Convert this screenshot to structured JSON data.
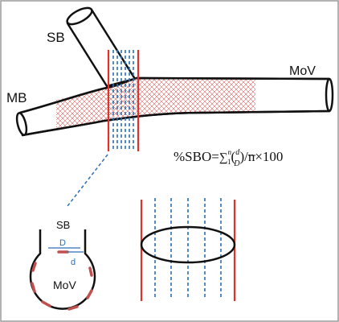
{
  "labels": {
    "side_branch": "SB",
    "main_branch": "MB",
    "main_vessel": "MoV",
    "inset_side_branch": "SB",
    "inset_main_vessel": "MoV",
    "inset_big_d": "D",
    "inset_small_d": "d"
  },
  "formula": {
    "prefix": "%SBO=",
    "sigma": "∑",
    "sigma_upper": "n",
    "sigma_lower": "1",
    "open_paren": "(",
    "numerator": "d",
    "denominator": "D",
    "close_paren": ")",
    "suffix": "/n×100"
  },
  "colors": {
    "frame": "#9a9a9a",
    "outline": "#111111",
    "boundary_red": "#e0322b",
    "cut_blue": "#2a6fb5",
    "mesh_red": "#e0322b",
    "stent_strut": "#c0504d"
  }
}
